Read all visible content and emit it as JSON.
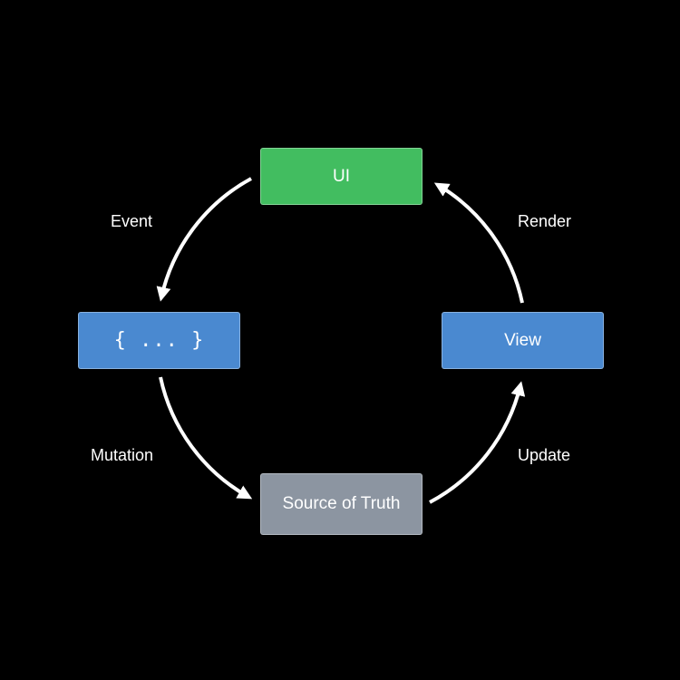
{
  "nodes": {
    "ui": {
      "label": "UI",
      "color": "#42bd60"
    },
    "closure": {
      "label": "{ ... }",
      "color": "#4a89d0"
    },
    "view": {
      "label": "View",
      "color": "#4a89d0"
    },
    "source": {
      "label": "Source of Truth",
      "color": "#8c95a1"
    }
  },
  "edges": {
    "event": {
      "label": "Event"
    },
    "render": {
      "label": "Render"
    },
    "mutation": {
      "label": "Mutation"
    },
    "update": {
      "label": "Update"
    }
  },
  "colors": {
    "background": "#000000",
    "arrow": "#ffffff"
  }
}
